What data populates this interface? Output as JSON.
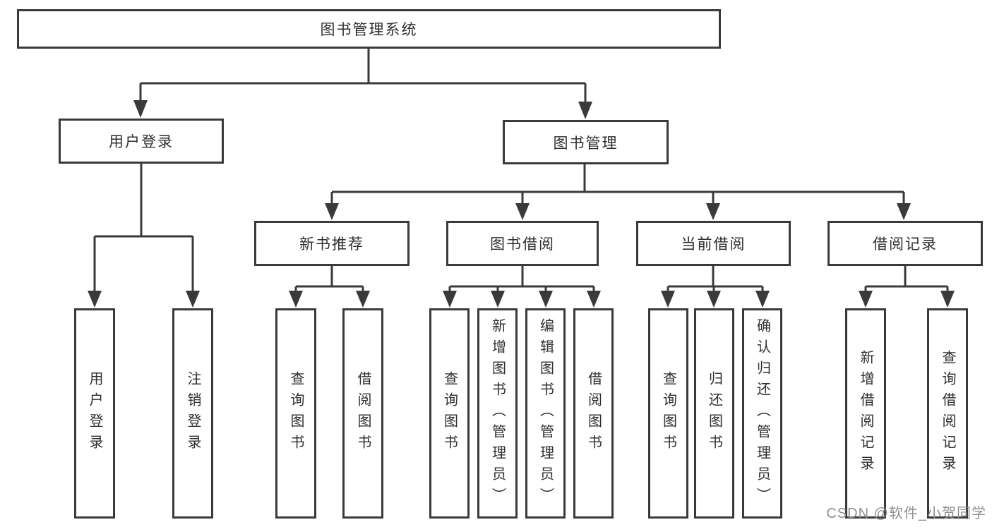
{
  "tree": {
    "label": "图书管理系统",
    "children": [
      {
        "label": "用户登录",
        "children": [
          {
            "label": "用户登录"
          },
          {
            "label": "注销登录"
          }
        ]
      },
      {
        "label": "图书管理",
        "children": [
          {
            "label": "新书推荐",
            "children": [
              {
                "label": "查询图书"
              },
              {
                "label": "借阅图书"
              }
            ]
          },
          {
            "label": "图书借阅",
            "children": [
              {
                "label": "查询图书"
              },
              {
                "label": "新增图书（管理员）"
              },
              {
                "label": "编辑图书（管理员）"
              },
              {
                "label": "借阅图书"
              }
            ]
          },
          {
            "label": "当前借阅",
            "children": [
              {
                "label": "查询图书"
              },
              {
                "label": "归还图书"
              },
              {
                "label": "确认归还（管理员）"
              }
            ]
          },
          {
            "label": "借阅记录",
            "children": [
              {
                "label": "新增借阅记录"
              },
              {
                "label": "查询借阅记录"
              }
            ]
          }
        ]
      }
    ]
  },
  "watermark": {
    "text": "CSDN @软件_小贺同学"
  },
  "colors": {
    "line": "#3a3a3a",
    "text": "#2f2f2f",
    "background": "#ffffff",
    "watermark": "#8f8f8f"
  }
}
